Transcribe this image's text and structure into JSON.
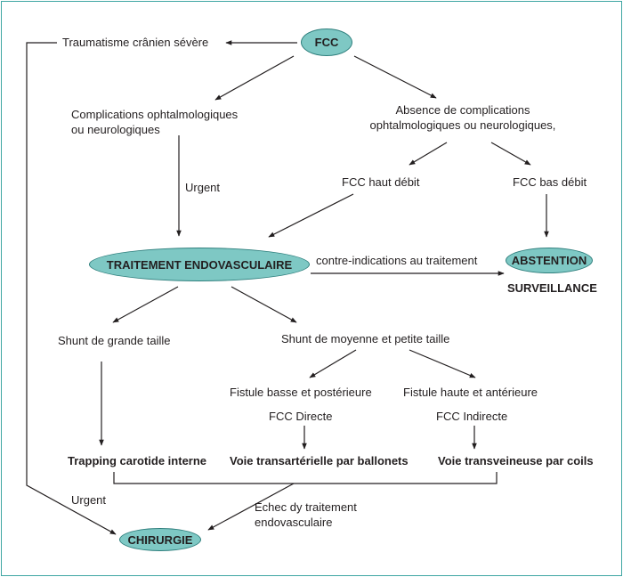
{
  "diagram": {
    "nodes": {
      "fcc": "FCC",
      "trauma": "Traumatisme crânien sévère",
      "complications": "Complications ophtalmologiques\nou neurologiques",
      "absence": "Absence de complications\nophtalmologiques ou neurologiques,",
      "urgent_1": "Urgent",
      "fcc_haut": "FCC haut débit",
      "fcc_bas": "FCC bas débit",
      "traitement": "TRAITEMENT ENDOVASCULAIRE",
      "contre_indications": "contre-indications au traitement",
      "abstention": "ABSTENTION",
      "surveillance": "SURVEILLANCE",
      "shunt_grande": "Shunt de grande taille",
      "shunt_moyenne": "Shunt de moyenne et petite taille",
      "fistule_basse": "Fistule basse et postérieure",
      "fistule_haute": "Fistule haute et antérieure",
      "fcc_directe": "FCC Directe",
      "fcc_indirecte": "FCC Indirecte",
      "trapping": "Trapping carotide interne",
      "voie_transarterielle": "Voie transartérielle par ballonets",
      "voie_transveineuse": "Voie transveineuse par coils",
      "urgent_2": "Urgent",
      "echec": "Echec dy traitement\nendovasculaire",
      "chirurgie": "CHIRURGIE"
    },
    "colors": {
      "frame": "#3fa6a3",
      "oval_fill": "#7ec8c4",
      "oval_border": "#2f7f7d",
      "line": "#231f20"
    }
  }
}
